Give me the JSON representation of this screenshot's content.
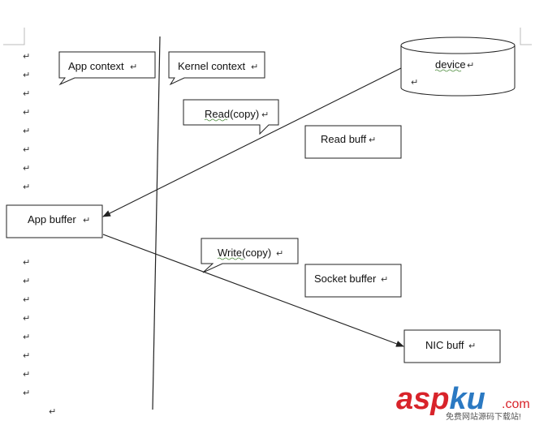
{
  "nodes": {
    "app_context": "App context",
    "kernel_context": "Kernel context",
    "read_copy": "Read(copy)",
    "read_buff": "Read buff",
    "device": "device",
    "app_buffer": "App buffer",
    "write_copy": "Write(copy)",
    "socket_buffer": "Socket buffer",
    "nic_buff": "NIC buff"
  },
  "paragraph_mark": "↵",
  "watermark": {
    "brand_asp": "asp",
    "brand_ku": "ku",
    "brand_com": ".com",
    "tagline": "免费网站源码下载站!",
    "color_red": "#d8232a",
    "color_blue": "#2b79c2"
  }
}
